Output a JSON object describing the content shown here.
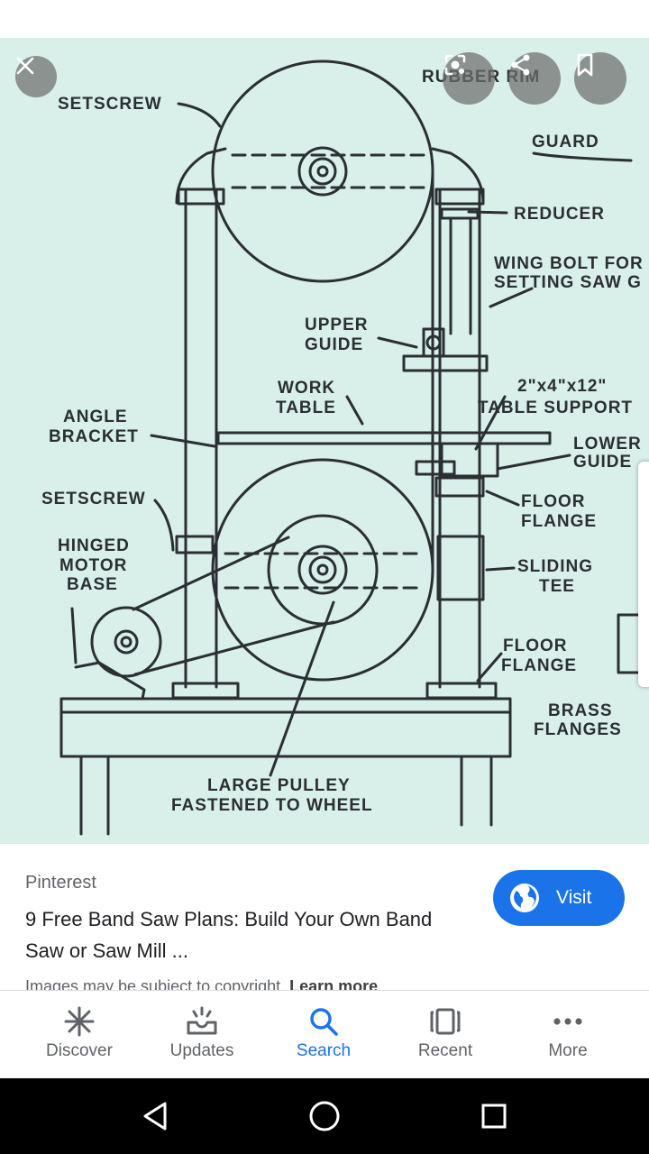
{
  "image": {
    "labels": {
      "setscrew_top": "SETSCREW",
      "rubber_rim": "RUBBER RIM",
      "guard": "GUARD",
      "reducer": "REDUCER",
      "wing_bolt_1": "WING BOLT FOR",
      "wing_bolt_2": "SETTING SAW G",
      "upper_guide_1": "UPPER",
      "upper_guide_2": "GUIDE",
      "work_table_1": "WORK",
      "work_table_2": "TABLE",
      "table_support_1": "2\"x4\"x12\"",
      "table_support_2": "TABLE SUPPORT",
      "angle_bracket_1": "ANGLE",
      "angle_bracket_2": "BRACKET",
      "lower_guide_1": "LOWER",
      "lower_guide_2": "GUIDE",
      "setscrew_mid": "SETSCREW",
      "floor_flange_top_1": "FLOOR",
      "floor_flange_top_2": "FLANGE",
      "hinged_1": "HINGED",
      "hinged_2": "MOTOR",
      "hinged_3": "BASE",
      "sliding_tee_1": "SLIDING",
      "sliding_tee_2": "TEE",
      "floor_flange_bot_1": "FLOOR",
      "floor_flange_bot_2": "FLANGE",
      "brass_1": "BRASS",
      "brass_2": "FLANGES",
      "pulley_1": "LARGE PULLEY",
      "pulley_2": "FASTENED TO WHEEL"
    }
  },
  "info": {
    "source": "Pinterest",
    "title": "9 Free Band Saw Plans: Build Your Own Band Saw or Saw Mill ...",
    "copyright_text": "Images may be subject to copyright.",
    "learn_more": "Learn more",
    "visit_label": "Visit"
  },
  "bottom_nav": {
    "items": [
      {
        "label": "Discover",
        "icon": "asterisk-icon"
      },
      {
        "label": "Updates",
        "icon": "updates-tray-icon"
      },
      {
        "label": "Search",
        "icon": "search-icon"
      },
      {
        "label": "Recent",
        "icon": "recent-cards-icon"
      },
      {
        "label": "More",
        "icon": "more-dots-icon"
      }
    ],
    "active": "Search"
  },
  "colors": {
    "image_bg": "#d9efe9",
    "accent": "#1a73e8",
    "ink": "#2b2f33"
  }
}
